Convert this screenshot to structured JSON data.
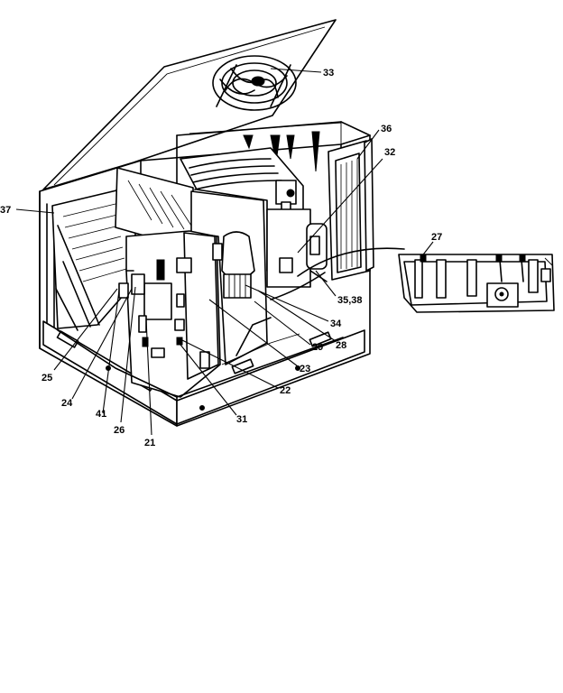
{
  "callouts": {
    "c33": "33",
    "c36": "36",
    "c32": "32",
    "c37": "37",
    "c27": "27",
    "c35_38": "35,38",
    "c34": "34",
    "c28": "28",
    "c29": "29",
    "c23": "23",
    "c22": "22",
    "c31": "31",
    "c25": "25",
    "c24": "24",
    "c41": "41",
    "c26": "26",
    "c21": "21"
  }
}
